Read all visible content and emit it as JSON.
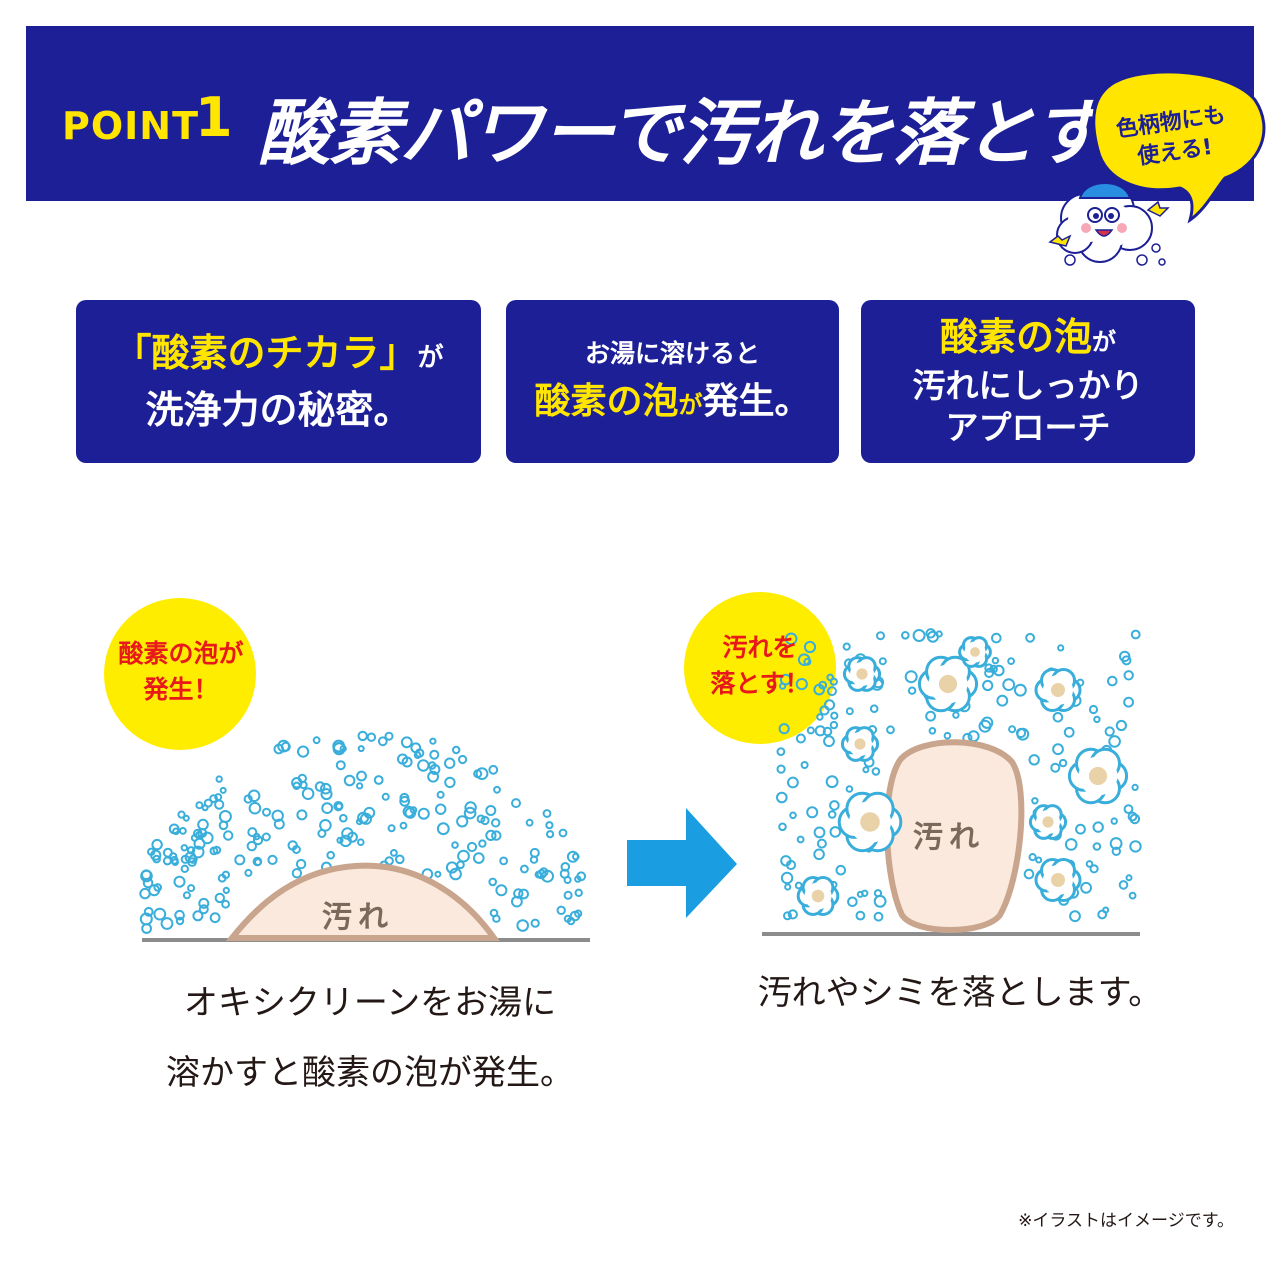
{
  "banner": {
    "point_label": "POINT",
    "point_number": "1",
    "headline": "酸素パワーで汚れを落とす!!",
    "bubble_line1": "色柄物にも",
    "bubble_line2": "使える!"
  },
  "cards": [
    {
      "line1_highlight": "「酸素のチカラ」",
      "line1_suffix": "が",
      "line2": "洗浄力の秘密。"
    },
    {
      "line1": "お湯に溶けると",
      "line2_highlight": "酸素の泡",
      "line2_small": "が",
      "line2_suffix": "発生。"
    },
    {
      "line1_highlight": "酸素の泡",
      "line1_suffix": "が",
      "line2": "汚れにしっかり",
      "line3": "アプローチ"
    }
  ],
  "illustrations": {
    "left_badge_line1": "酸素の泡が",
    "left_badge_line2": "発生！",
    "right_badge_line1": "汚れを",
    "right_badge_line2": "落とす！",
    "dirt_label_left": "汚れ",
    "dirt_label_right": "汚れ"
  },
  "captions": {
    "left_line1": "オキシクリーンをお湯に",
    "left_line2": "溶かすと酸素の泡が発生。",
    "right_line1": "汚れやシミを落とします。"
  },
  "footnote": "※イラストはイメージです。",
  "colors": {
    "navy": "#1c1f95",
    "yellow": "#ffe500",
    "red": "#e8191b",
    "bubble_blue": "#3aaedb",
    "arrow_blue": "#1b9de2",
    "dirt": "#c8a58c"
  }
}
